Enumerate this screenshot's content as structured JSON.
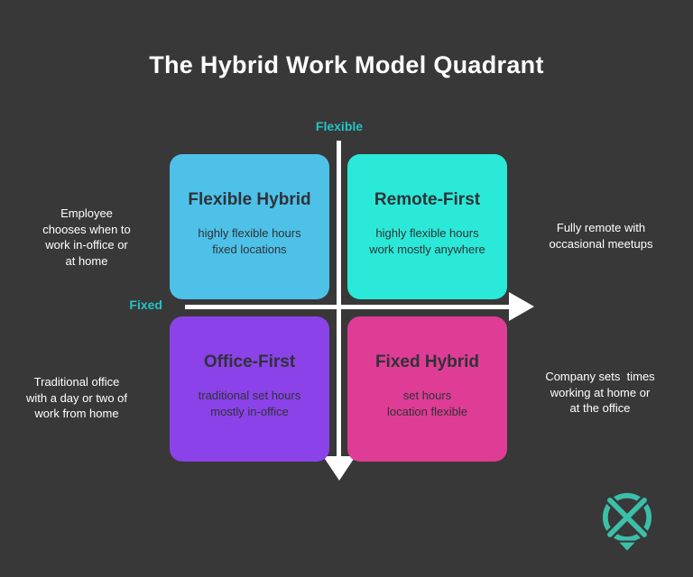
{
  "title": "The Hybrid Work Model Quadrant",
  "colors": {
    "background": "#383838",
    "text-light": "#ffffff",
    "text-dark": "#2f3237",
    "axis-label": "#25c4c3",
    "axis-line": "#ffffff",
    "quad-blue": "#4ec1e8",
    "quad-teal": "#2be9d8",
    "quad-purple": "#8b42e9",
    "quad-pink": "#df3c95",
    "logo-teal": "#3cbfa9"
  },
  "axes": {
    "vertical_top_label": "Flexible",
    "horizontal_left_label": "Fixed"
  },
  "quadrants": [
    {
      "title": "Flexible Hybrid",
      "subtitle": "highly flexible hours\nfixed locations",
      "color": "#4ec1e8"
    },
    {
      "title": "Remote-First",
      "subtitle": "highly flexible hours\nwork mostly anywhere",
      "color": "#2be9d8"
    },
    {
      "title": "Office-First",
      "subtitle": "traditional set hours\nmostly in-office",
      "color": "#8b42e9"
    },
    {
      "title": "Fixed Hybrid",
      "subtitle": "set hours\nlocation flexible",
      "color": "#df3c95"
    }
  ],
  "annotations": {
    "top_left": "Employee\nchooses when to\nwork in-office or\nat home",
    "top_right": "Fully remote with\noccasional meetups",
    "bottom_left": "Traditional office\nwith a day or two of\nwork from home",
    "bottom_right": "Company sets  times\nworking at home or\nat the office"
  },
  "logo": {
    "icon": "pin-x-logo-icon",
    "color": "#3cbfa9"
  }
}
